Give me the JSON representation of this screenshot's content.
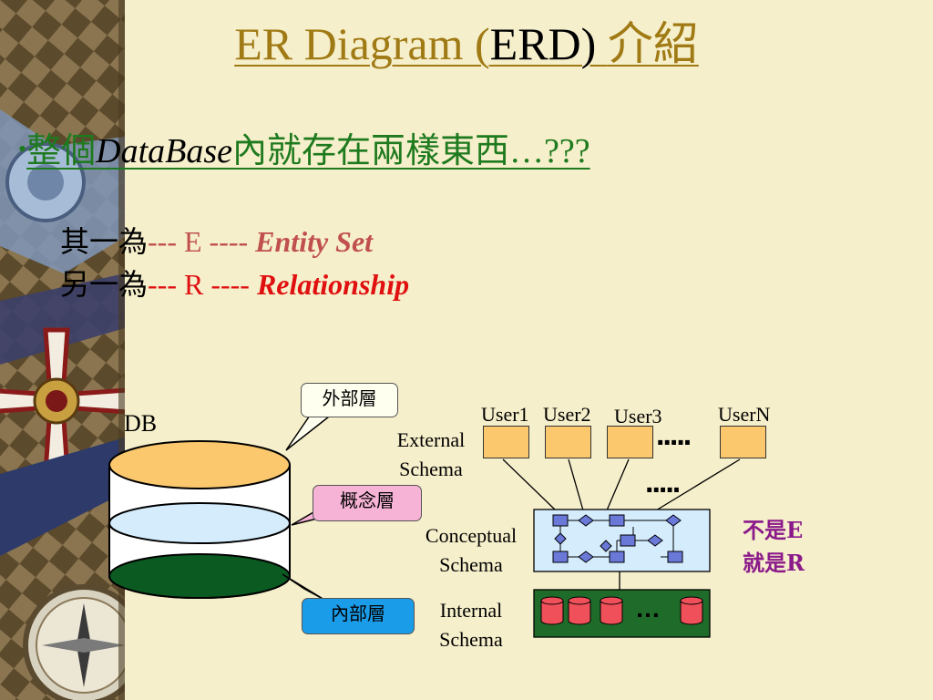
{
  "title": {
    "main": "ER Diagram (",
    "key": "ERD) ",
    "zh": "介紹"
  },
  "bullet": {
    "marker": "•",
    "prefix": "整個",
    "database": "DataBase",
    "suffix": "內就存在兩樣東西…???"
  },
  "lines": [
    {
      "zh": "其一為",
      "sep1": "--- ",
      "letter": "E",
      "sep2": " ---- ",
      "term": "Entity Set"
    },
    {
      "zh": "另一為",
      "sep1": "--- ",
      "letter": "R",
      "sep2": " ---- ",
      "term": "Relationship"
    }
  ],
  "diagram": {
    "db_label": "DB",
    "callouts": {
      "external": "外部層",
      "conceptual": "概念層",
      "internal": "內部層"
    },
    "schemas": {
      "external": [
        "External",
        "Schema"
      ],
      "conceptual": [
        "Conceptual",
        "Schema"
      ],
      "internal": [
        "Internal",
        "Schema"
      ]
    },
    "users": [
      "User1",
      "User2",
      "User3",
      "UserN"
    ],
    "ellipsis_users_top": ".....",
    "ellipsis_users_bottom": ".....",
    "ellipsis_internal": "…",
    "note": [
      "不是E",
      "就是R"
    ]
  },
  "colors": {
    "background": "#f6efcb",
    "title": "#a07a14",
    "bullet": "#1e7a1e",
    "entity": "#c0504d",
    "relationship": "#e01010",
    "note": "#8b1a8b",
    "user_box": "#fbc86e",
    "conceptual_box": "#d4ecfc",
    "internal_box": "#1f6b2a",
    "disk": "#f0505a"
  }
}
